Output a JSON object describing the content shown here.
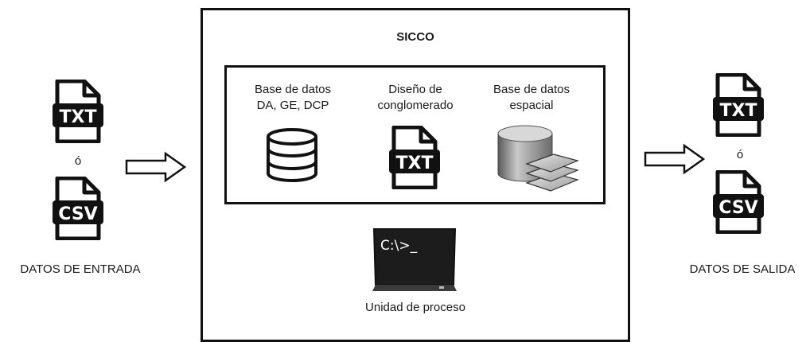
{
  "input": {
    "file_a": "TXT",
    "connector": "ó",
    "file_b": "CSV",
    "label": "DATOS DE ENTRADA"
  },
  "system": {
    "title": "SICCO",
    "db_label_line1": "Base de datos",
    "db_label_line2": "DA, GE, DCP",
    "design_label_line1": "Diseño de",
    "design_label_line2": "conglomerado",
    "design_file": "TXT",
    "spatial_label_line1": "Base de datos",
    "spatial_label_line2": "espacial",
    "terminal_prompt": "C:\\>_",
    "process_label": "Unidad de proceso"
  },
  "output": {
    "file_a": "TXT",
    "connector": "ó",
    "file_b": "CSV",
    "label": "DATOS DE SALIDA"
  }
}
